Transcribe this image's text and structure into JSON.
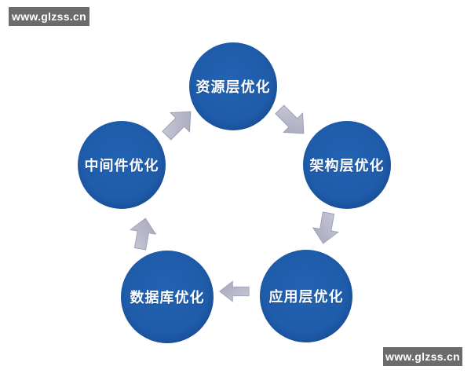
{
  "colors": {
    "background": "#ffffff",
    "circle": "#1e5aa8",
    "circle_light": "#2263b2",
    "label_text": "#ffffff",
    "arrow": "#b4b6c8",
    "arrow_light": "#c9cbd8",
    "arrow_dark": "#a4a6bb",
    "watermark_bg": "#6b6b6b",
    "watermark_text": "#ffffff"
  },
  "watermarks": {
    "top_left": "www.glzss.cn",
    "bottom_right": "www.glzss.cn"
  },
  "diagram": {
    "type": "cycle",
    "nodes": [
      {
        "id": "resource-layer",
        "label": "资源层优化",
        "position": "top"
      },
      {
        "id": "architecture-layer",
        "label": "架构层优化",
        "position": "right"
      },
      {
        "id": "application-layer",
        "label": "应用层优化",
        "position": "bottom-right"
      },
      {
        "id": "database",
        "label": "数据库优化",
        "position": "bottom-left"
      },
      {
        "id": "middleware",
        "label": "中间件优化",
        "position": "left"
      }
    ],
    "arrows": [
      {
        "from": "中间件优化",
        "to": "资源层优化",
        "direction": "up-right"
      },
      {
        "from": "资源层优化",
        "to": "架构层优化",
        "direction": "down-right"
      },
      {
        "from": "架构层优化",
        "to": "应用层优化",
        "direction": "down"
      },
      {
        "from": "应用层优化",
        "to": "数据库优化",
        "direction": "left"
      },
      {
        "from": "数据库优化",
        "to": "中间件优化",
        "direction": "up"
      }
    ]
  }
}
